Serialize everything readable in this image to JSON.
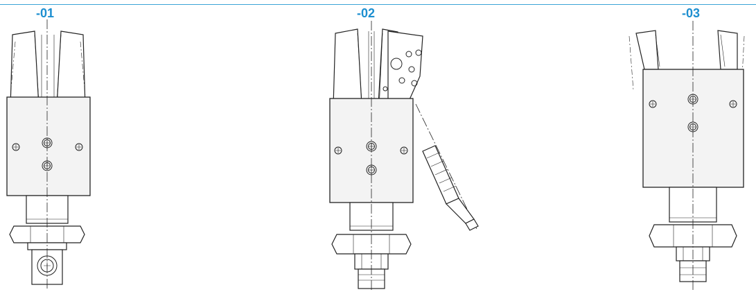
{
  "variants": [
    {
      "id": "v1",
      "label": "-01"
    },
    {
      "id": "v2",
      "label": "-02"
    },
    {
      "id": "v3",
      "label": "-03"
    }
  ],
  "colors": {
    "label": "#1d8fd0",
    "rule": "#3ba3d6",
    "line": "#222222"
  }
}
